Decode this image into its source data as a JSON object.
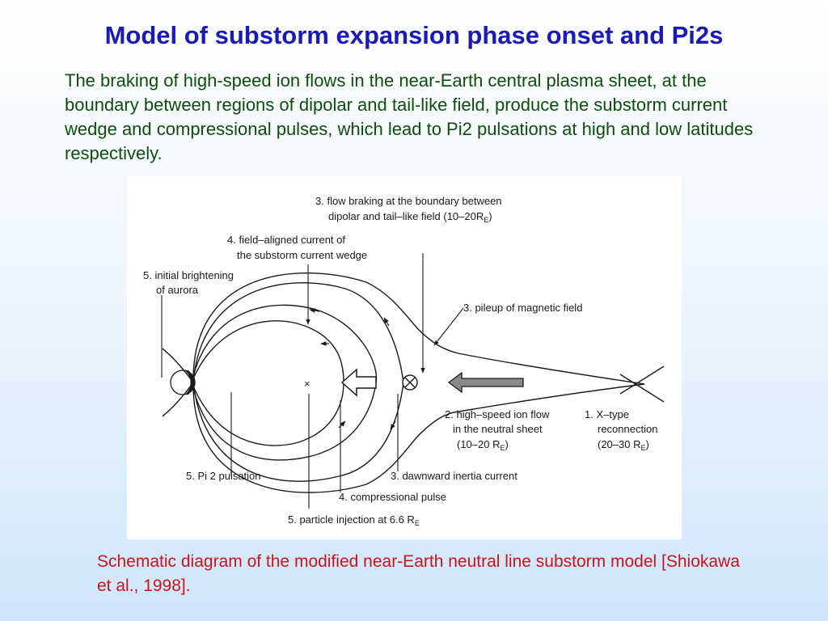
{
  "slide": {
    "title": "Model of substorm expansion phase onset and Pi2s",
    "intro": "The braking of high-speed ion flows in the near-Earth central plasma sheet, at the boundary between regions of dipolar and tail-like field, produce the substorm current wedge and compressional pulses, which lead to Pi2 pulsations at high and low latitudes respectively.",
    "caption": "Schematic diagram of the modified near-Earth neutral line substorm model [Shiokawa et al., 1998]."
  },
  "diagram": {
    "labels": {
      "flow_braking_1": "3. flow braking at the boundary between",
      "flow_braking_2": "dipolar and tail–like field (10–20R",
      "flow_braking_sub": "E",
      "flow_braking_end": ")",
      "fac_1": "4. field–aligned current of",
      "fac_2": "the substorm current wedge",
      "aurora_1": "5. initial brightening",
      "aurora_2": "of aurora",
      "pileup": "3. pileup of magnetic field",
      "ion_flow_1": "2. high–speed ion flow",
      "ion_flow_2": "in the neutral sheet",
      "ion_flow_3": "(10–20 R",
      "ion_flow_sub": "E",
      "ion_flow_end": ")",
      "xtype_1": "1. X–type",
      "xtype_2": "reconnection",
      "xtype_3": "(20–30 R",
      "xtype_sub": "E",
      "xtype_end": ")",
      "pi2": "5. Pi 2 pulsation",
      "inertia": "3. dawnward inertia current",
      "compressional": "4. compressional pulse",
      "injection": "5. particle injection at 6.6 R",
      "injection_sub": "E"
    },
    "colors": {
      "title": "#1a1ab4",
      "intro": "#0d4d0d",
      "caption": "#c8141e",
      "ink": "#1a1a1a"
    }
  }
}
